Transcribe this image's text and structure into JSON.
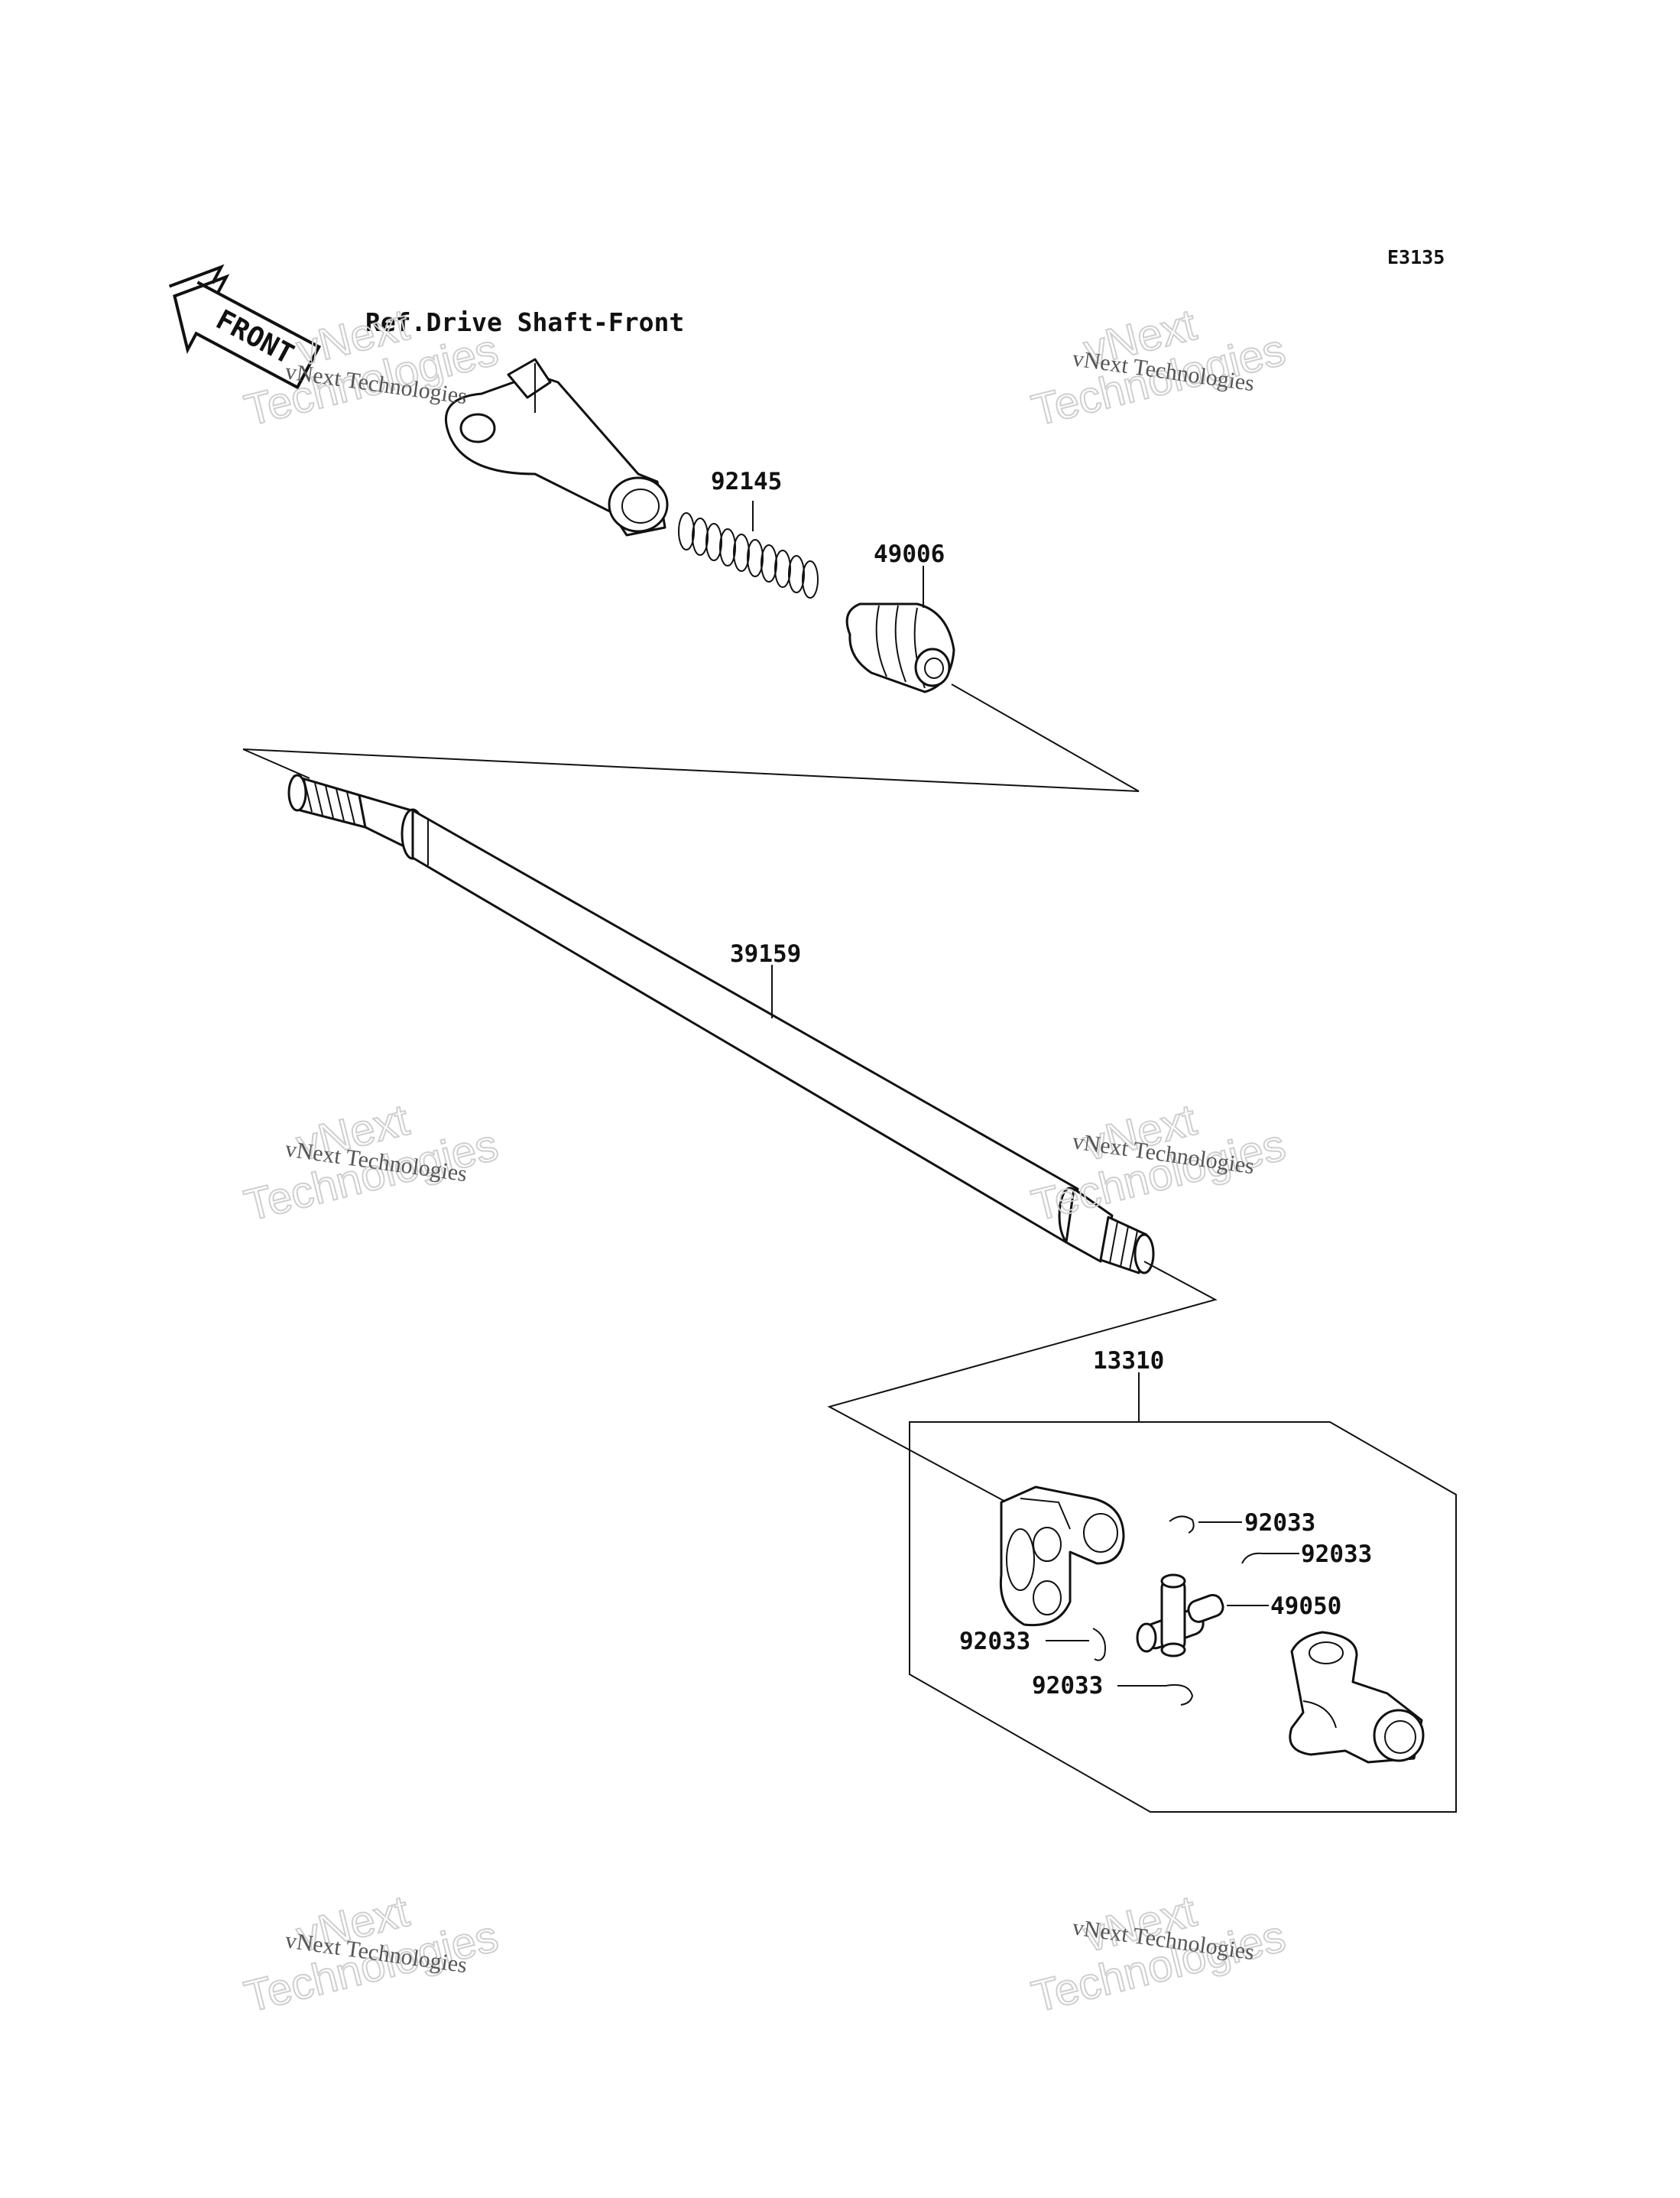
{
  "diagram_code": "E3135",
  "front_label": "FRONT",
  "reference_label": "Ref.Drive Shaft-Front",
  "callouts": {
    "spring": "92145",
    "boot": "49006",
    "shaft": "39159",
    "joint_assembly": "13310",
    "circlip_1": "92033",
    "circlip_2": "92033",
    "cross_spider": "49050",
    "circlip_3": "92033",
    "circlip_4": "92033"
  },
  "watermark": {
    "line1": "vNext Technologies",
    "line2": "vNext",
    "line3": "Technologies"
  }
}
